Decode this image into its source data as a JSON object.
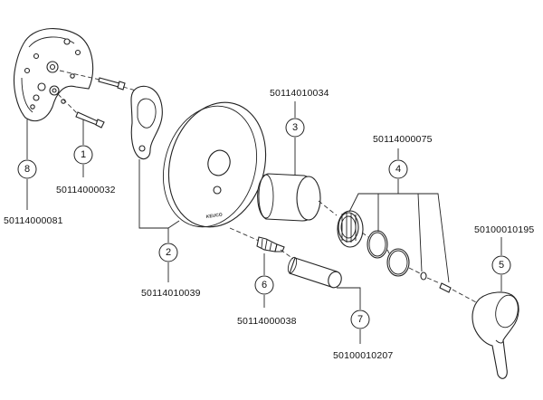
{
  "parts": [
    {
      "callout": "1",
      "part_number": "50114000032"
    },
    {
      "callout": "2",
      "part_number": "50114010039"
    },
    {
      "callout": "3",
      "part_number": "50114010034"
    },
    {
      "callout": "4",
      "part_number": "50114000075"
    },
    {
      "callout": "5",
      "part_number": "50100010195"
    },
    {
      "callout": "6",
      "part_number": "50114000038"
    },
    {
      "callout": "7",
      "part_number": "50100010207"
    },
    {
      "callout": "8",
      "part_number": "50114000081"
    }
  ],
  "brand_mark": "KEUCO"
}
